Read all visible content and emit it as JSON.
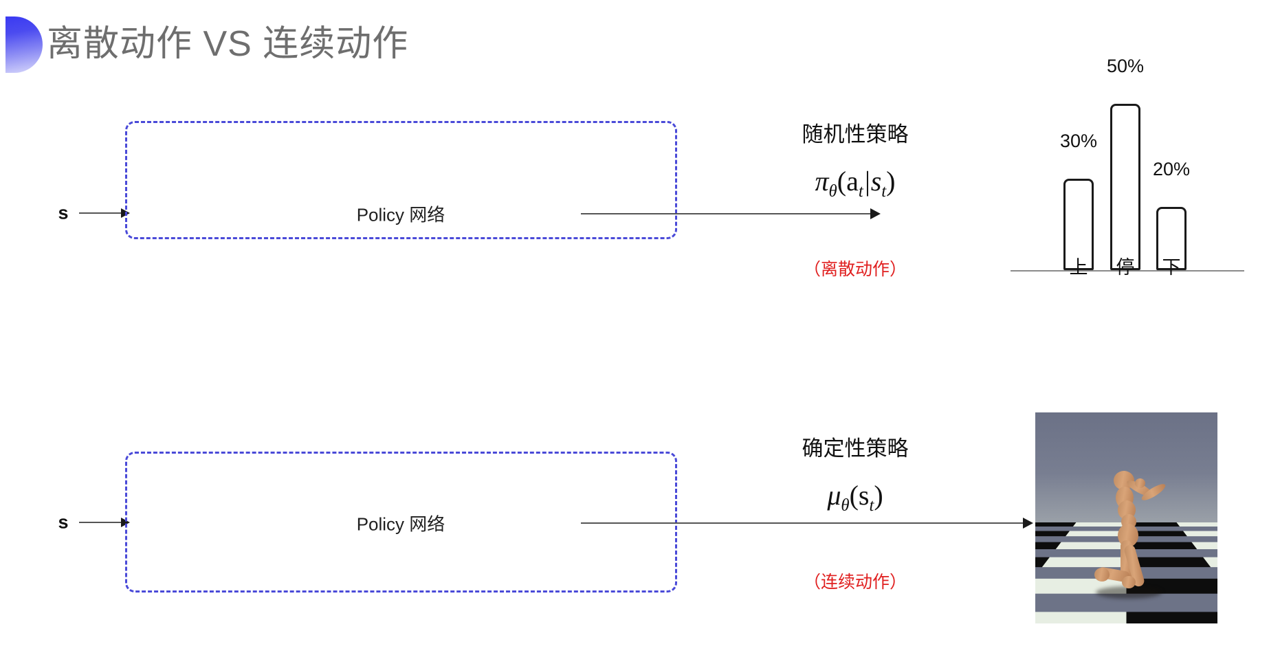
{
  "slide": {
    "title": "离散动作 VS 连续动作",
    "decor_gradient_from": "#3a3af2",
    "decor_gradient_to": "#d9d9fb",
    "title_color": "#6e6e6e",
    "background": "#ffffff"
  },
  "rows": [
    {
      "id": "discrete",
      "input_label": "s",
      "box_label": "Policy 网络",
      "box_border_color": "#4a4ad8",
      "policy_name": "随机性策略",
      "formula_main": "π",
      "formula_theta": "θ",
      "formula_args": "(a",
      "formula_sub1": "t",
      "formula_mid": "|s",
      "formula_sub2": "t",
      "formula_close": ")",
      "note": "（离散动作）",
      "note_color": "#e02020"
    },
    {
      "id": "continuous",
      "input_label": "s",
      "box_label": "Policy 网络",
      "box_border_color": "#4a4ad8",
      "policy_name": "确定性策略",
      "formula_main": "μ",
      "formula_theta": "θ",
      "formula_args": "(s",
      "formula_sub1": "t",
      "formula_close": ")",
      "note": "（连续动作）",
      "note_color": "#e02020"
    }
  ],
  "chart_data": {
    "type": "bar",
    "title": "",
    "xlabel": "",
    "ylabel": "",
    "categories": [
      "上",
      "停",
      "下"
    ],
    "values": [
      30,
      50,
      20
    ],
    "value_labels": [
      "30%",
      "50%",
      "20%"
    ],
    "ylim": [
      0,
      60
    ],
    "grid": false,
    "legend": "none",
    "bar_fill": "#ffffff",
    "bar_stroke": "#1a1a1a",
    "axis_color": "#8a8a8a"
  },
  "simulation": {
    "name": "humanoid-mujoco-frame",
    "sky_color": "#6b7186",
    "floor_light": "#e7eee3",
    "floor_dark": "#0d0d0d",
    "body_color": "#d9a478"
  }
}
